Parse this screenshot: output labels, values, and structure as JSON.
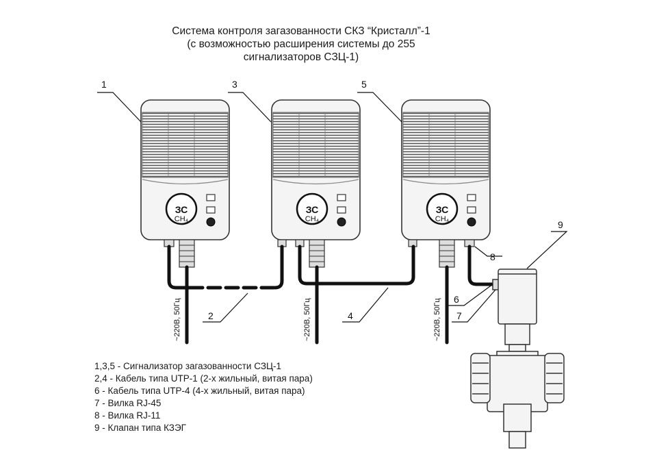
{
  "title": {
    "line1": "Система контроля загазованности СКЗ “Кристалл”-1",
    "line2": "(с возможностью расширения системы до 255",
    "line3": "сигнализаторов СЗЦ-1)"
  },
  "callouts": [
    "1",
    "3",
    "5",
    "2",
    "4",
    "6",
    "7",
    "8",
    "9"
  ],
  "power_label": "~220В, 50Гц",
  "logo_text": "ЗС",
  "logo_sub": "CH₄",
  "legend": [
    "1,3,5 - Сигнализатор загазованности СЗЦ-1",
    "2,4 - Кабель  типа UTP-1 (2-х жильный, витая пара)",
    "6 - Кабель  типа UTP-4 (4-х жильный, витая пара)",
    "7 - Вилка RJ-45",
    "8 - Вилка RJ-11",
    "9 - Клапан типа КЗЭГ"
  ]
}
